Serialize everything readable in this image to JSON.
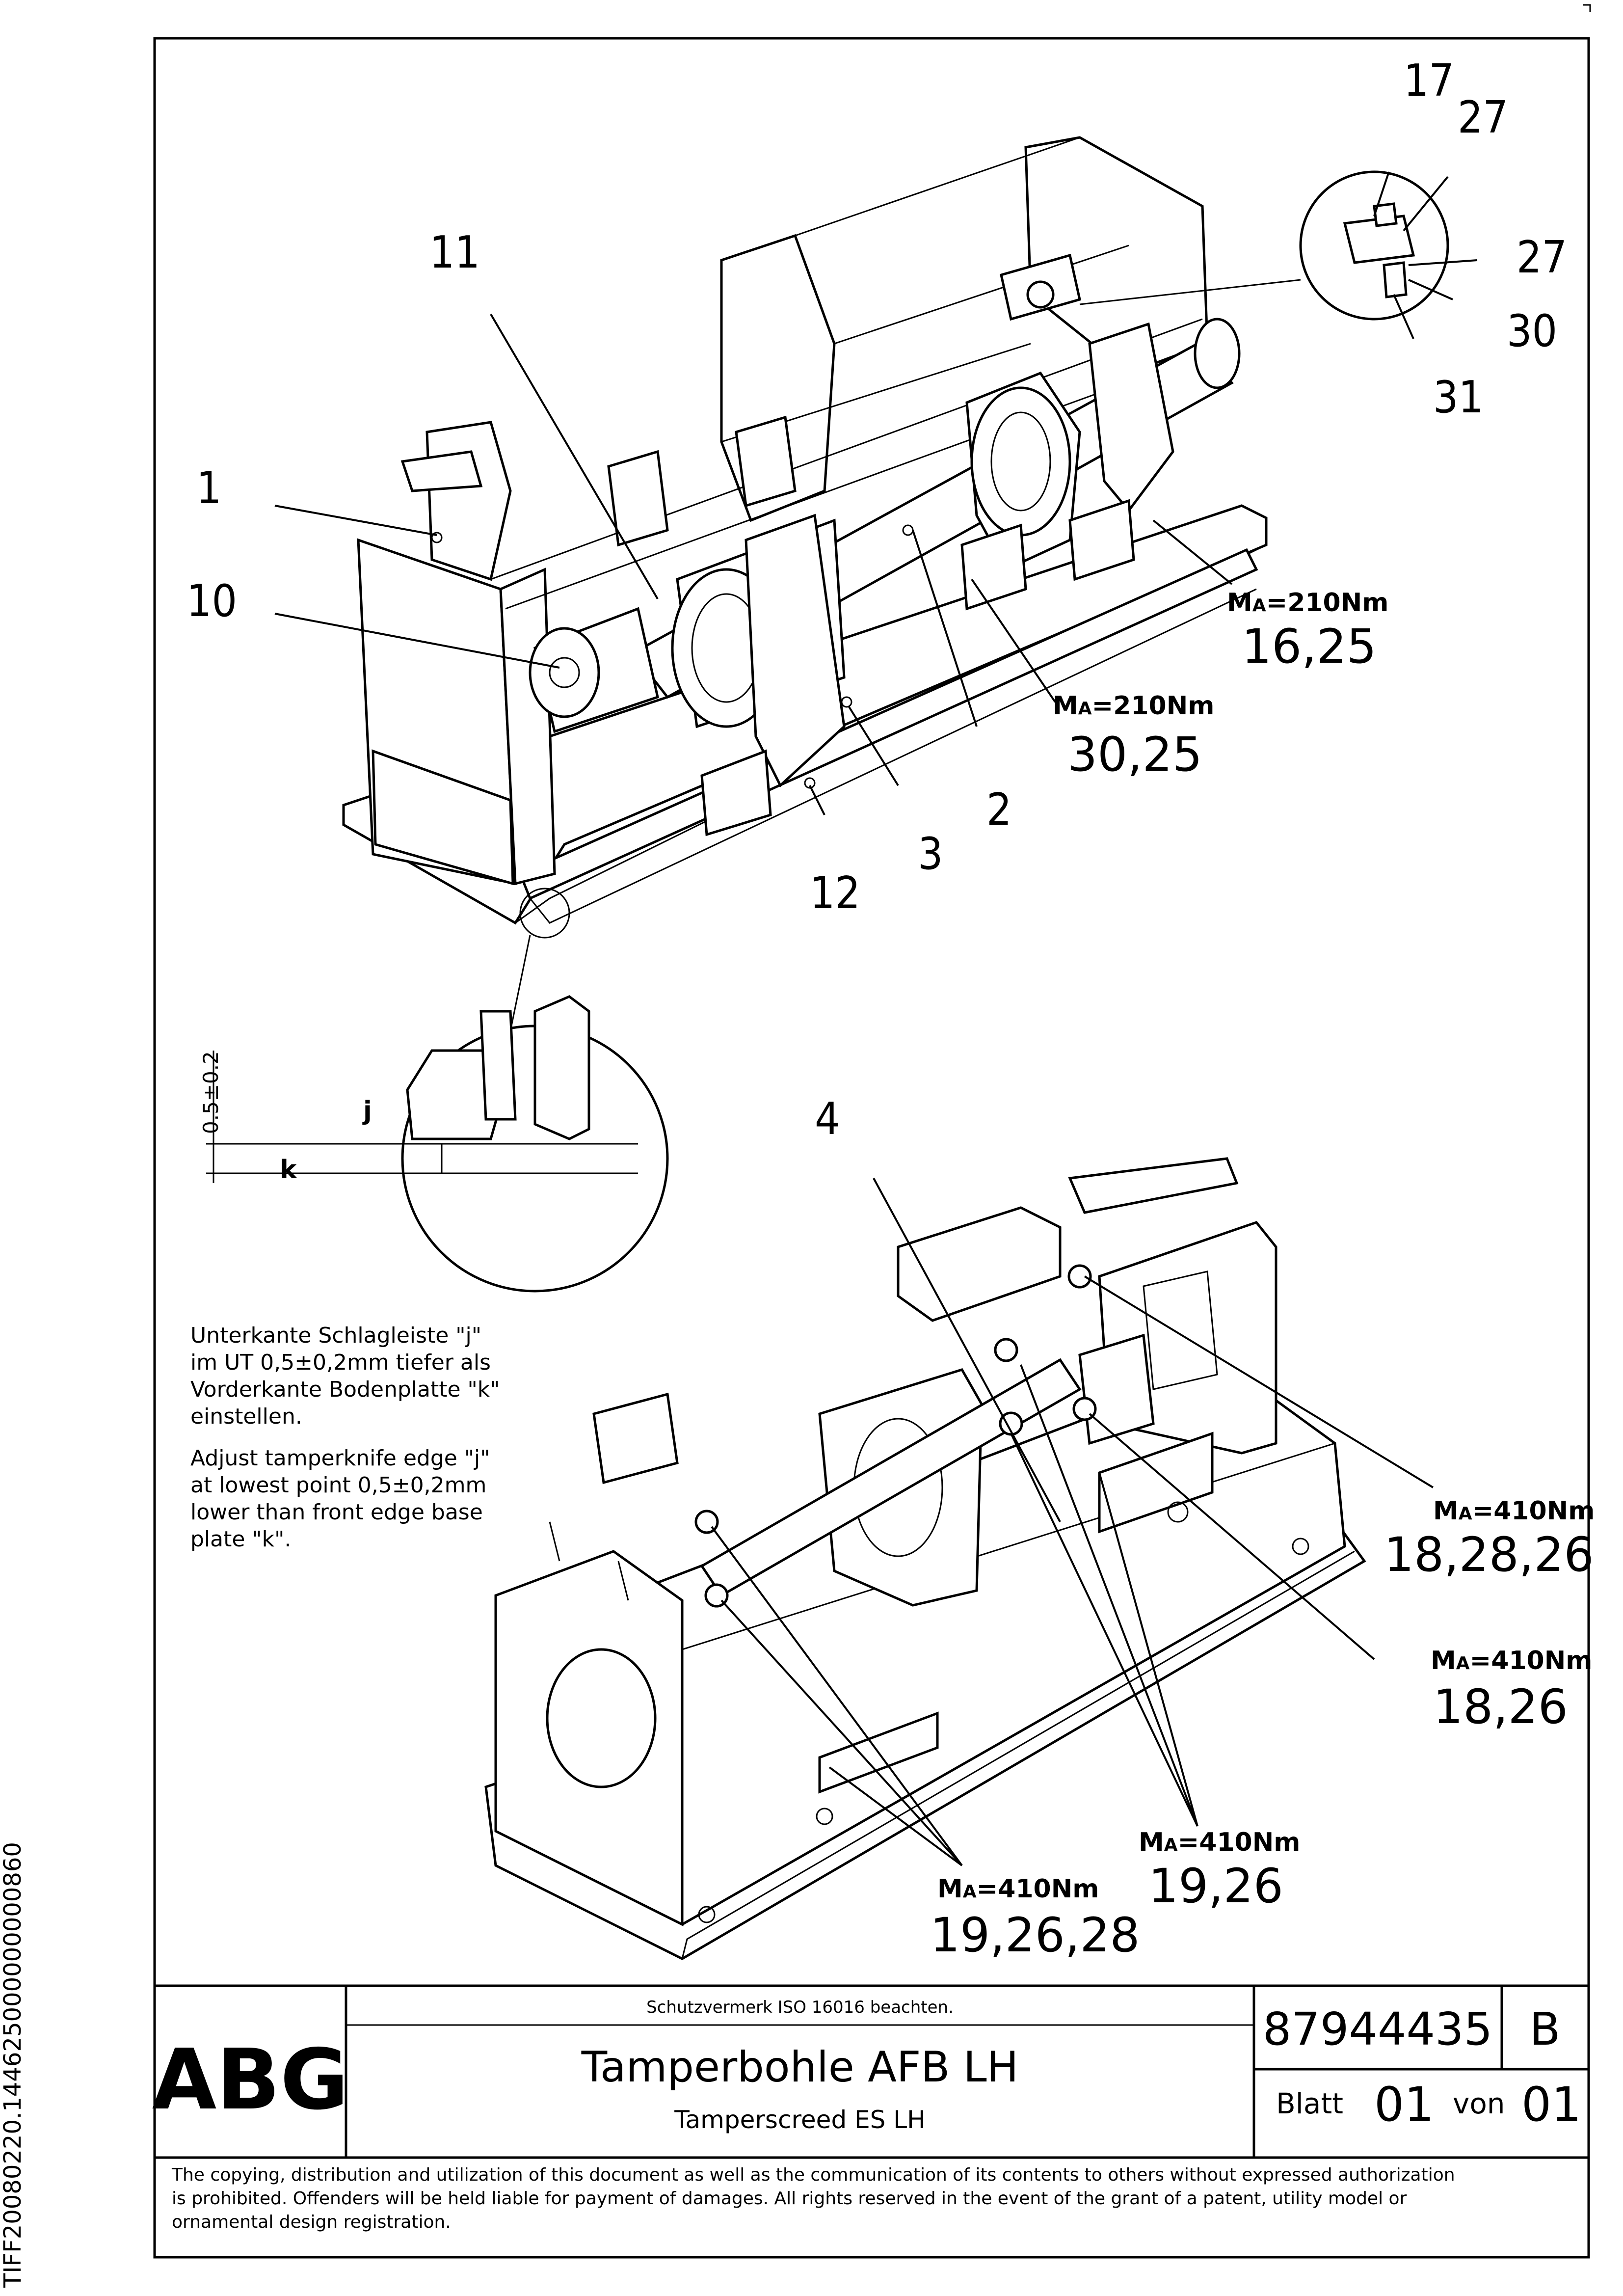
{
  "callouts": {
    "c1": "1",
    "c10": "10",
    "c11": "11",
    "c2": "2",
    "c3": "3",
    "c12": "12",
    "c4": "4",
    "c17": "17",
    "c27a": "27",
    "c27b": "27",
    "c30": "30",
    "c31": "31"
  },
  "torques": [
    {
      "label_main": "M",
      "label_sub": "A",
      "label_val": "=210Nm",
      "value": "16,25"
    },
    {
      "label_main": "M",
      "label_sub": "A",
      "label_val": "=210Nm",
      "value": "30,25"
    },
    {
      "label_main": "M",
      "label_sub": "A",
      "label_val": "=410Nm",
      "value": "18,28,26"
    },
    {
      "label_main": "M",
      "label_sub": "A",
      "label_val": "=410Nm",
      "value": "18,26"
    },
    {
      "label_main": "M",
      "label_sub": "A",
      "label_val": "=410Nm",
      "value": "19,26"
    },
    {
      "label_main": "M",
      "label_sub": "A",
      "label_val": "=410Nm",
      "value": "19,26,28"
    }
  ],
  "detail": {
    "dimension": "0.5±0.2",
    "letter_j": "j",
    "letter_k": "k"
  },
  "notes": {
    "de": [
      "Unterkante Schlagleiste \"j\"",
      "im UT 0,5±0,2mm tiefer als",
      "Vorderkante Bodenplatte \"k\"",
      "einstellen."
    ],
    "en": [
      "Adjust tamperknife edge \"j\"",
      "at lowest point 0,5±0,2mm",
      "lower than front edge base",
      "plate \"k\"."
    ]
  },
  "title_block": {
    "logo": "ABG",
    "protection_note": "Schutzvermerk ISO 16016 beachten.",
    "title_de": "Tamperbohle AFB LH",
    "title_en": "Tamperscreed ES LH",
    "part_number": "87944435",
    "revision": "B",
    "sheet_label": "Blatt",
    "sheet_number": "01",
    "of_label": "von",
    "sheet_total": "01"
  },
  "copyright": [
    "The copying, distribution and utilization of this document as well as the communication of its contents to others without expressed authorization",
    "is prohibited. Offenders will be held liable for payment of damages. All rights reserved in the event of the grant of a patent, utility model or",
    "ornamental design registration."
  ],
  "side_id": "TIFF20080220.144625000000000860"
}
